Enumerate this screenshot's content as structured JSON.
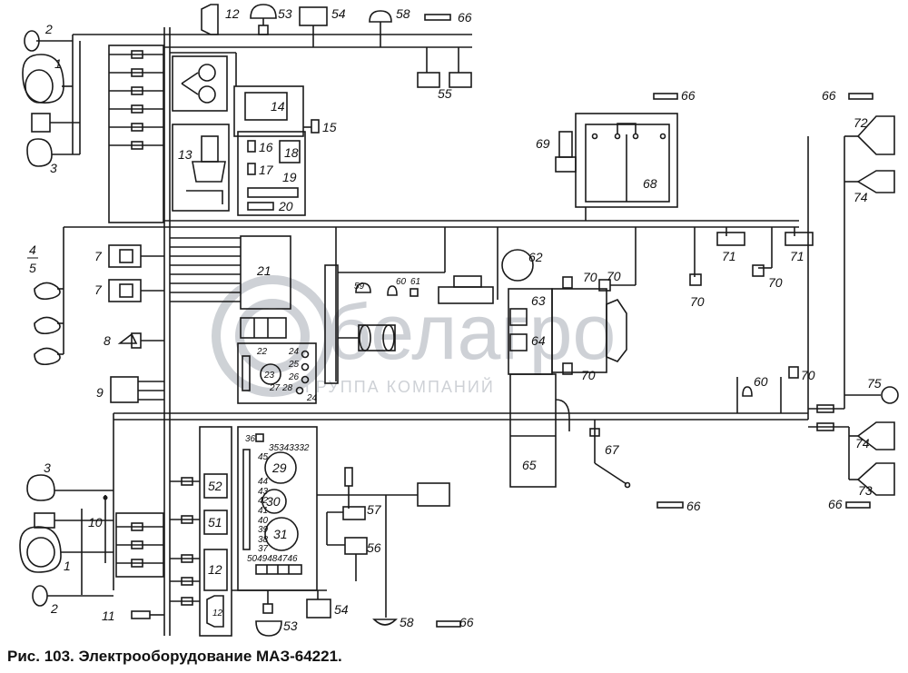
{
  "caption": "Рис. 103. Электрооборудование МАЗ-64221.",
  "watermark": {
    "brand": "белагро",
    "sub": "ГРУППА КОМПАНИЙ",
    "color": "#c9cdd2"
  },
  "labels": {
    "1": "1",
    "2": "2",
    "3": "3",
    "4": "4",
    "5": "5",
    "7": "7",
    "8": "8",
    "9": "9",
    "10": "10",
    "11": "11",
    "12": "12",
    "13": "13",
    "14": "14",
    "15": "15",
    "16": "16",
    "17": "17",
    "18": "18",
    "19": "19",
    "20": "20",
    "21": "21",
    "22": "22",
    "23": "23",
    "24": "24",
    "25": "25",
    "26": "26",
    "27": "27",
    "28": "28",
    "29": "29",
    "30": "30",
    "31": "31",
    "36": "36",
    "37": "37",
    "38": "38",
    "39": "39",
    "40": "40",
    "41": "41",
    "42": "42",
    "43": "43",
    "44": "44",
    "45": "45",
    "51": "51",
    "52": "52",
    "53": "53",
    "54": "54",
    "55": "55",
    "56": "56",
    "57": "57",
    "58": "58",
    "59": "59",
    "60": "60",
    "61": "61",
    "62": "62",
    "63": "63",
    "64": "64",
    "65": "65",
    "66": "66",
    "67": "67",
    "68": "68",
    "69": "69",
    "70": "70",
    "71": "71",
    "72": "72",
    "73": "73",
    "74": "74",
    "75": "75",
    "top_row": "35343332",
    "bottom_row": "5049484746"
  }
}
